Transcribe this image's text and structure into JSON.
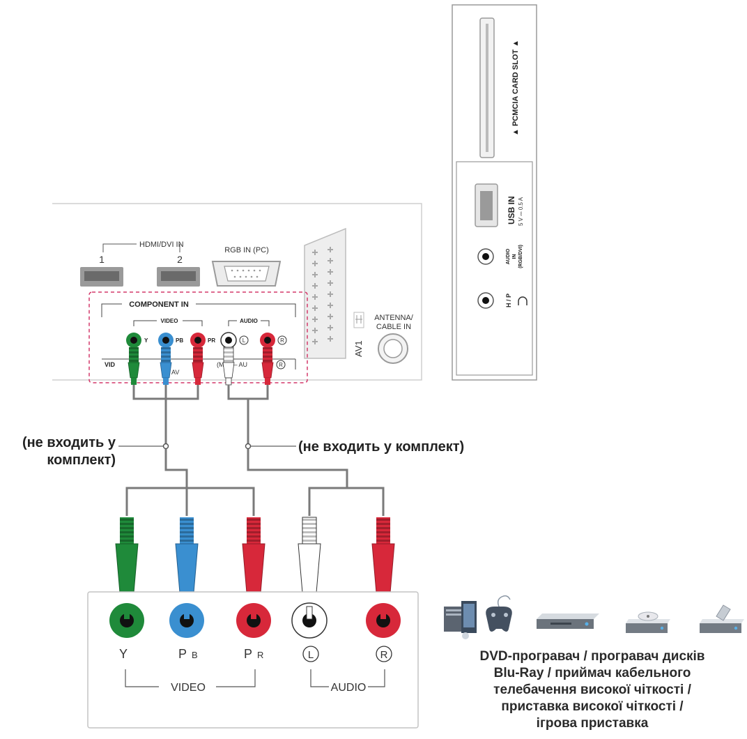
{
  "tv_rear": {
    "hdmi_label": "HDMI/DVI IN",
    "hdmi_ports": [
      "1",
      "2"
    ],
    "rgb_label": "RGB IN (PC)",
    "component_label": "COMPONENT IN",
    "video_group": "VIDEO",
    "audio_group": "AUDIO",
    "jack_y": "Y",
    "jack_pb": "PB",
    "jack_pr": "PR",
    "jack_l": "L",
    "jack_r": "R",
    "av_label": "AV1",
    "antenna_label_1": "ANTENNA/",
    "antenna_label_2": "CABLE IN",
    "lower_video_fragment": "VID",
    "lower_av_fragment": "AV",
    "lower_audio_fragment": "(M   Ⓛ – AU"
  },
  "side_panel": {
    "pcmcia_label": "▲ PCMCIA CARD SLOT ▲",
    "usb_label": "USB IN",
    "usb_power": "5 V ⎓ 0.5 A",
    "audio_in_1": "AUDIO",
    "audio_in_2": "IN",
    "audio_in_3": "(RGB/DVI)",
    "hp_label": "H / P"
  },
  "cables": {
    "note_left_line1": "(не входить у",
    "note_left_line2": "комплект)",
    "note_right": "(не входить у комплект)"
  },
  "device_panel": {
    "jacks": {
      "y": "Y",
      "pb": "P",
      "pb_sub": "B",
      "pr": "P",
      "pr_sub": "R",
      "l": "L",
      "r": "R"
    },
    "video_label": "VIDEO",
    "audio_label": "AUDIO"
  },
  "caption": {
    "lines": [
      "DVD-програвач / програвач дисків",
      "Blu-Ray / приймач кабельного",
      "телебачення високої чіткості /",
      "приставка високої чіткості /",
      "ігрова приставка"
    ]
  },
  "colors": {
    "green": "#1f8a3a",
    "blue": "#3a8fd0",
    "red": "#d7283a",
    "white": "#ffffff",
    "cable": "#7a7a7a",
    "dashed_box": "#d4386a"
  }
}
